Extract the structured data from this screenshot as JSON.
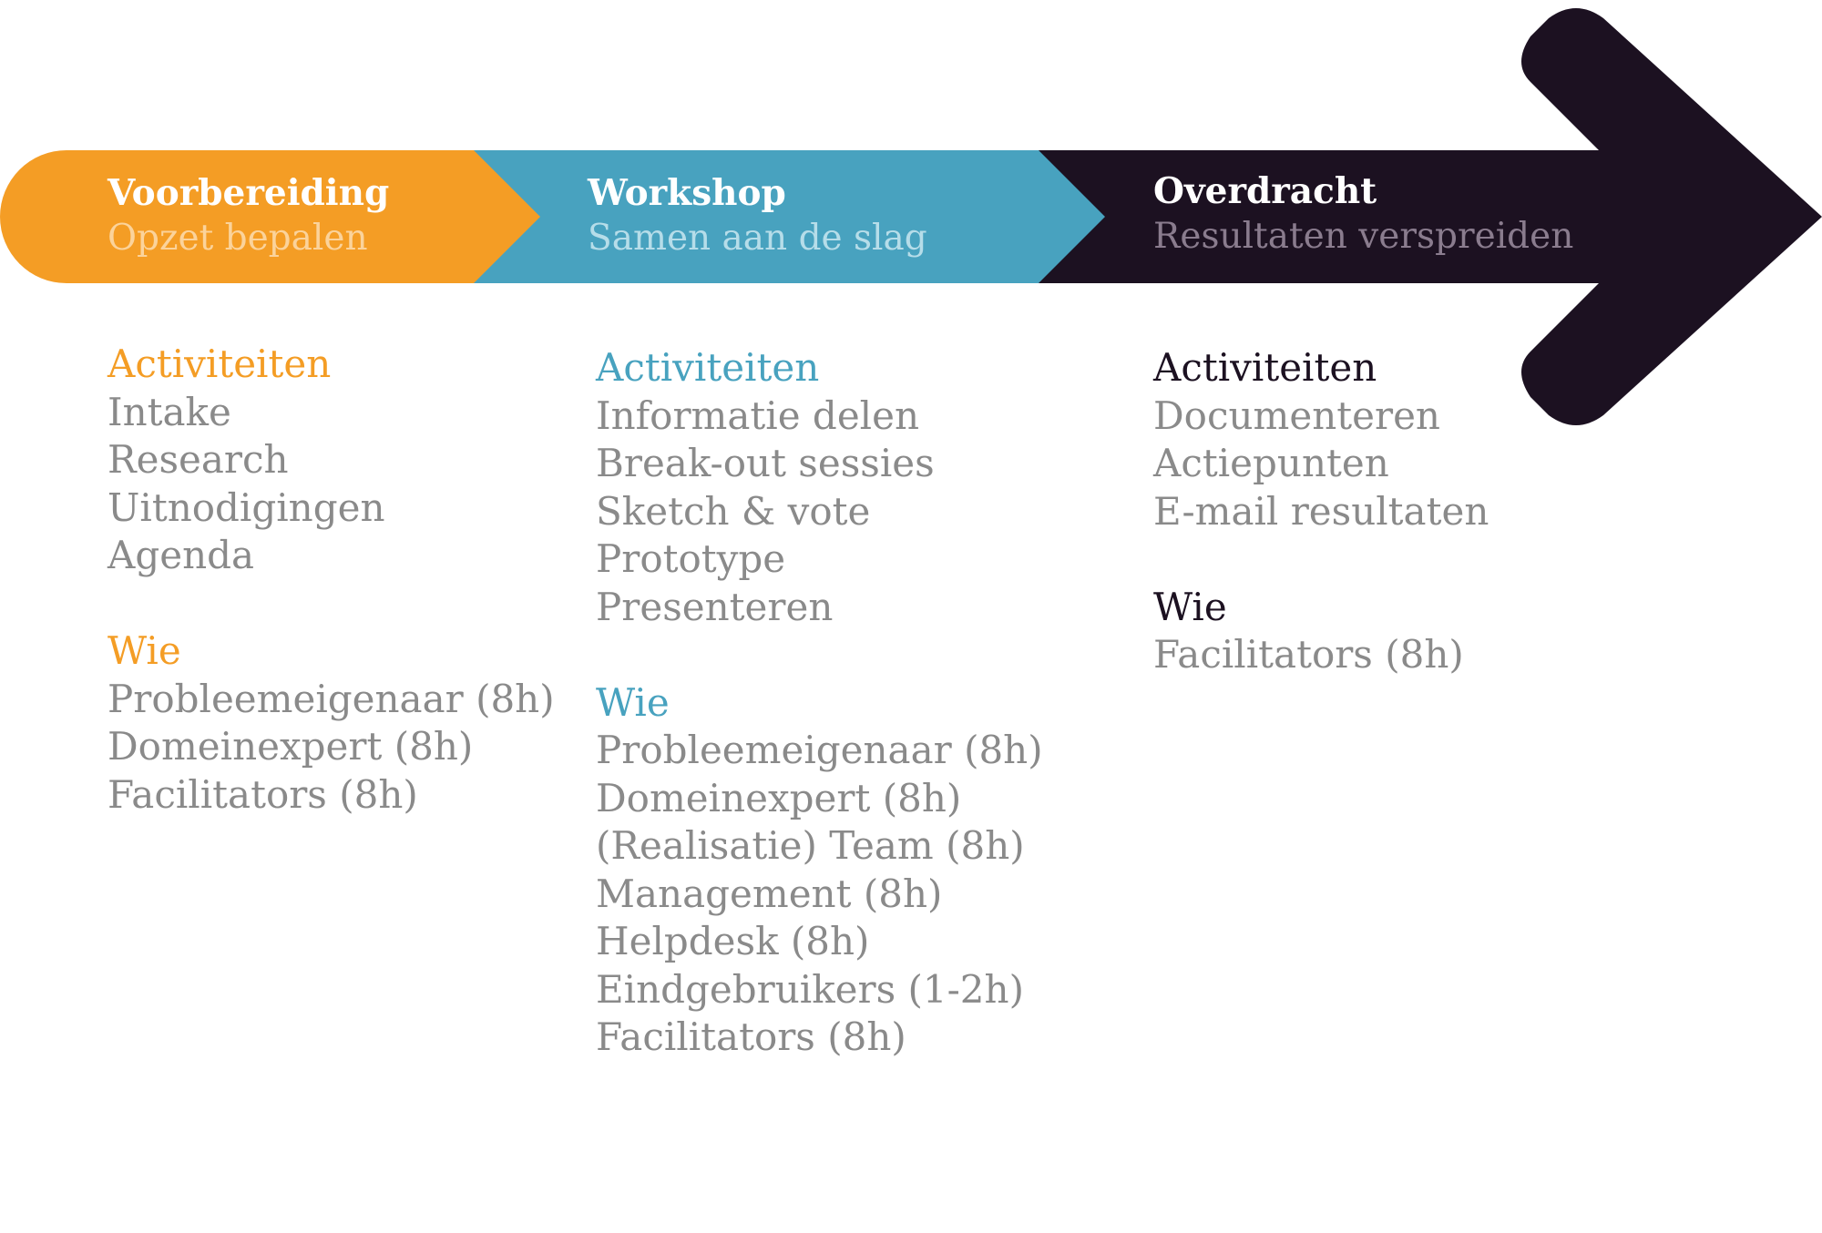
{
  "colors": {
    "orange": "#f49d25",
    "blue": "#48a2bf",
    "dark": "#1c1121",
    "gray_text": "#8a8a8a",
    "light_orange": "#fbd39b",
    "light_blue": "#b6dde9",
    "muted_purple": "#8a7c8e"
  },
  "stages": [
    {
      "title": "Voorbereiding",
      "subtitle": "Opzet bepalen",
      "activities_heading": "Activiteiten",
      "activities": [
        "Intake",
        "Research",
        "Uitnodigingen",
        "Agenda"
      ],
      "who_heading": "Wie",
      "who": [
        "Probleemeigenaar (8h)",
        "Domeinexpert (8h)",
        "Facilitators (8h)"
      ]
    },
    {
      "title": "Workshop",
      "subtitle": "Samen aan de slag",
      "activities_heading": "Activiteiten",
      "activities": [
        "Informatie delen",
        "Break-out sessies",
        "Sketch & vote",
        "Prototype",
        "Presenteren"
      ],
      "who_heading": "Wie",
      "who": [
        "Probleemeigenaar (8h)",
        "Domeinexpert (8h)",
        "(Realisatie) Team  (8h)",
        "Management (8h)",
        "Helpdesk (8h)",
        "Eindgebruikers (1-2h)",
        "Facilitators (8h)"
      ]
    },
    {
      "title": "Overdracht",
      "subtitle": "Resultaten verspreiden",
      "activities_heading": "Activiteiten",
      "activities": [
        "Documenteren",
        "Actiepunten",
        "E-mail resultaten"
      ],
      "who_heading": "Wie",
      "who": [
        "Facilitators (8h)"
      ]
    }
  ]
}
